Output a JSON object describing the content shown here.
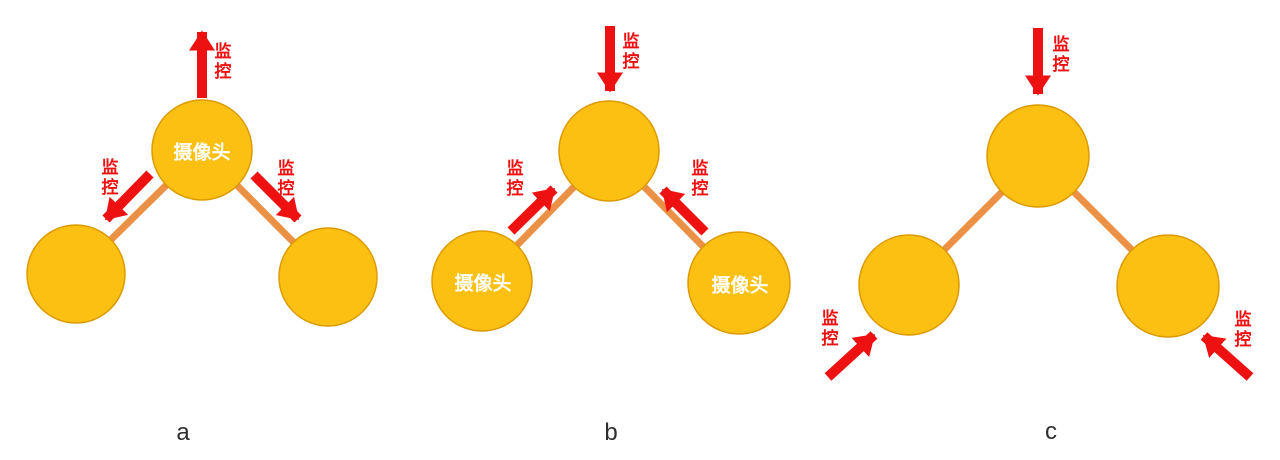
{
  "labels": {
    "monitor": "监控",
    "camera": "摄像头"
  },
  "panels": [
    {
      "caption": "a",
      "top_node_label": "摄像头",
      "bottom_left_node_label": "",
      "bottom_right_node_label": "",
      "arrows": [
        {
          "label": "监控",
          "direction": "outward-up from top node"
        },
        {
          "label": "监控",
          "direction": "from top node down-left along left link"
        },
        {
          "label": "监控",
          "direction": "from top node down-right along right link"
        }
      ]
    },
    {
      "caption": "b",
      "top_node_label": "",
      "bottom_left_node_label": "摄像头",
      "bottom_right_node_label": "摄像头",
      "arrows": [
        {
          "label": "监控",
          "direction": "into top node from above"
        },
        {
          "label": "监控",
          "direction": "from bottom-left node up-right along left link"
        },
        {
          "label": "监控",
          "direction": "from bottom-right node up-left along right link"
        }
      ]
    },
    {
      "caption": "c",
      "top_node_label": "",
      "bottom_left_node_label": "",
      "bottom_right_node_label": "",
      "arrows": [
        {
          "label": "监控",
          "direction": "into top node from above"
        },
        {
          "label": "监控",
          "direction": "into bottom-left node from lower-left outside"
        },
        {
          "label": "监控",
          "direction": "into bottom-right node from lower-right outside"
        }
      ]
    }
  ],
  "colors": {
    "node_fill": "#FBC011",
    "node_border": "#DD9A00",
    "link_orange": "#EB9145",
    "arrow_red": "#EE1111",
    "node_label_text": "#FFFFFF",
    "caption_text": "#2E2E2E"
  }
}
